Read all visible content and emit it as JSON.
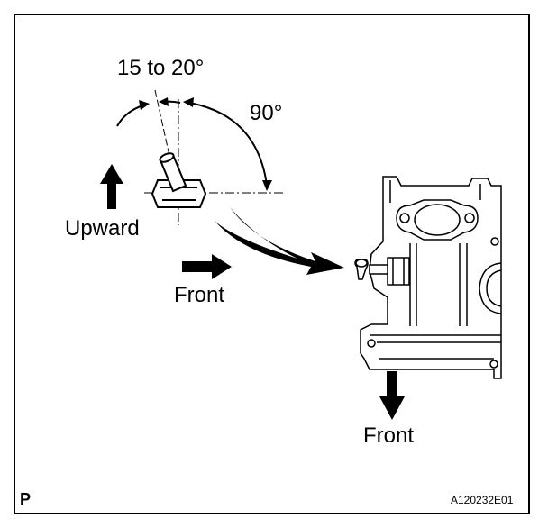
{
  "labels": {
    "angle_small": "15 to 20°",
    "angle_right": "90°",
    "upward": "Upward",
    "front_left": "Front",
    "front_bottom": "Front",
    "corner_letter": "P",
    "figure_code": "A120232E01"
  },
  "icons": [
    "arrow-up-icon",
    "arrow-right-icon",
    "arrow-down-icon",
    "curved-arrow-icon"
  ]
}
